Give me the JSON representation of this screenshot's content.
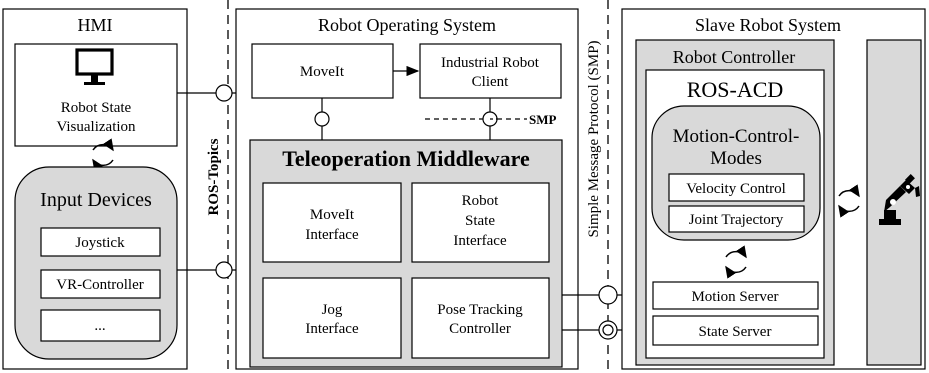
{
  "hmi": {
    "title": "HMI",
    "visualization": [
      "Robot State",
      "Visualization"
    ],
    "input_devices": {
      "title": "Input Devices",
      "items": [
        "Joystick",
        "VR-Controller",
        "..."
      ]
    }
  },
  "ros_topics_label": "ROS-Topics",
  "ros": {
    "title": "Robot Operating System",
    "moveit": "MoveIt",
    "industrial_client": [
      "Industrial Robot",
      "Client"
    ],
    "smp_short": "SMP",
    "middleware": {
      "title": "Teleoperation Middleware",
      "modules": [
        [
          "MoveIt",
          "Interface"
        ],
        [
          "Robot",
          "State",
          "Interface"
        ],
        [
          "Jog",
          "Interface"
        ],
        [
          "Pose Tracking",
          "Controller"
        ]
      ]
    }
  },
  "smp_label": "Simple Message Protocol (SMP)",
  "slave": {
    "title": "Slave Robot System",
    "controller": {
      "title": "Robot Controller",
      "ros_acd": {
        "title": "ROS-ACD",
        "modes": {
          "title": [
            "Motion-Control-",
            "Modes"
          ],
          "items": [
            "Velocity Control",
            "Joint Trajectory"
          ]
        },
        "servers": [
          "Motion Server",
          "State Server"
        ]
      }
    }
  }
}
